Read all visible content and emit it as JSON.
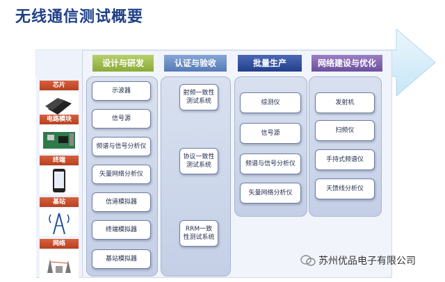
{
  "title": "无线通信测试概要",
  "colors": {
    "title": "#1f3f86",
    "arrow": "#d8eefa",
    "header_green": "#9dbc4a",
    "header_blue": "#6a8bc3",
    "header_navy": "#2d4b9a",
    "header_purple": "#7a5da8",
    "left_label": "#c6502d"
  },
  "left_items": [
    {
      "label": "芯片",
      "icon": "chip-icon"
    },
    {
      "label": "电路模块",
      "icon": "circuit-board-icon"
    },
    {
      "label": "终端",
      "icon": "phone-icon"
    },
    {
      "label": "基站",
      "icon": "antenna-tower-icon"
    },
    {
      "label": "网络",
      "icon": "network-icon"
    }
  ],
  "stages": [
    {
      "label": "设计与研发",
      "items": [
        "示波器",
        "信号源",
        "频谱与信号分析仪",
        "矢量网络分析仪",
        "信道模拟器",
        "终端模拟器",
        "基站模拟器"
      ]
    },
    {
      "label": "认证与验收",
      "items": [
        "射频一致性测试系统",
        "协议一致性测试系统",
        "RRM一致性测试系统"
      ]
    },
    {
      "label": "批量生产",
      "items": [
        "综测仪",
        "信号源",
        "频谱与信号分析仪",
        "矢量网络分析仪"
      ]
    },
    {
      "label": "网络建设与优化",
      "items": [
        "发射机",
        "扫频仪",
        "手持式频谱仪",
        "天馈线分析仪"
      ]
    }
  ],
  "watermark": "苏州优品电子有限公司"
}
